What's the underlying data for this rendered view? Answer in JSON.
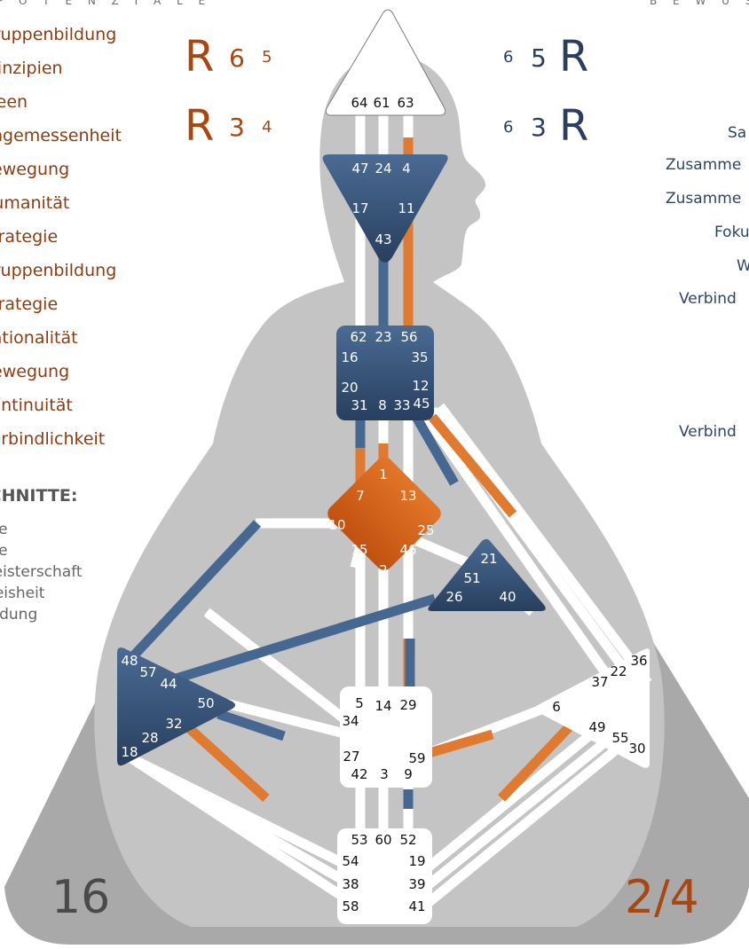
{
  "header": {
    "left_label": "P O T E N Z I A L E",
    "right_label": "B E W U S S"
  },
  "left_list": [
    "Gruppenbildung",
    "Prinzipien",
    "Ideen",
    "Angemessenheit",
    "Bewegung",
    "Humanität",
    "Strategie",
    "Gruppenbildung",
    "Strategie",
    "Rationalität",
    "Bewegung",
    "Kontinuität",
    "Verbindlichkeit"
  ],
  "section": {
    "title": "SCHNITTE:",
    "items": [
      "Life",
      "Life",
      "Meisterschaft",
      "Weisheit",
      "Bildung"
    ]
  },
  "right_list": [
    "Sa",
    "Zusamme",
    "Zusamme",
    "Foku",
    "W",
    "Verbind",
    "Verbind"
  ],
  "design_row1": {
    "letter": "R",
    "digit": "6",
    "small": "5"
  },
  "design_row2": {
    "letter": "R",
    "digit": "3",
    "small": "4"
  },
  "personality_row1": {
    "small": "6",
    "digit": "5",
    "letter": "R"
  },
  "personality_row2": {
    "small": "6",
    "digit": "3",
    "letter": "R"
  },
  "profile_left": "16",
  "profile_right": "2/4",
  "gates": {
    "head": [
      "64",
      "61",
      "63"
    ],
    "ajna": [
      "47",
      "24",
      "4",
      "17",
      "11",
      "43"
    ],
    "throat": [
      "62",
      "23",
      "56",
      "16",
      "35",
      "20",
      "12",
      "31",
      "8",
      "33",
      "45"
    ],
    "g": [
      "1",
      "7",
      "13",
      "10",
      "25",
      "15",
      "46",
      "2"
    ],
    "ego": [
      "21",
      "51",
      "26",
      "40"
    ],
    "spleen": [
      "48",
      "57",
      "44",
      "50",
      "32",
      "28",
      "18"
    ],
    "sacral": [
      "5",
      "14",
      "29",
      "34",
      "27",
      "59",
      "42",
      "3",
      "9"
    ],
    "solar": [
      "36",
      "22",
      "37",
      "6",
      "49",
      "55",
      "30"
    ],
    "root": [
      "53",
      "60",
      "52",
      "54",
      "19",
      "38",
      "39",
      "58",
      "41"
    ]
  },
  "colors": {
    "design": "#e07a30",
    "personality": "#46678f",
    "center_blue": "#34557c",
    "center_orange": "#d8651e",
    "body": "#c4c4c4",
    "base": "#a9a9a9"
  }
}
